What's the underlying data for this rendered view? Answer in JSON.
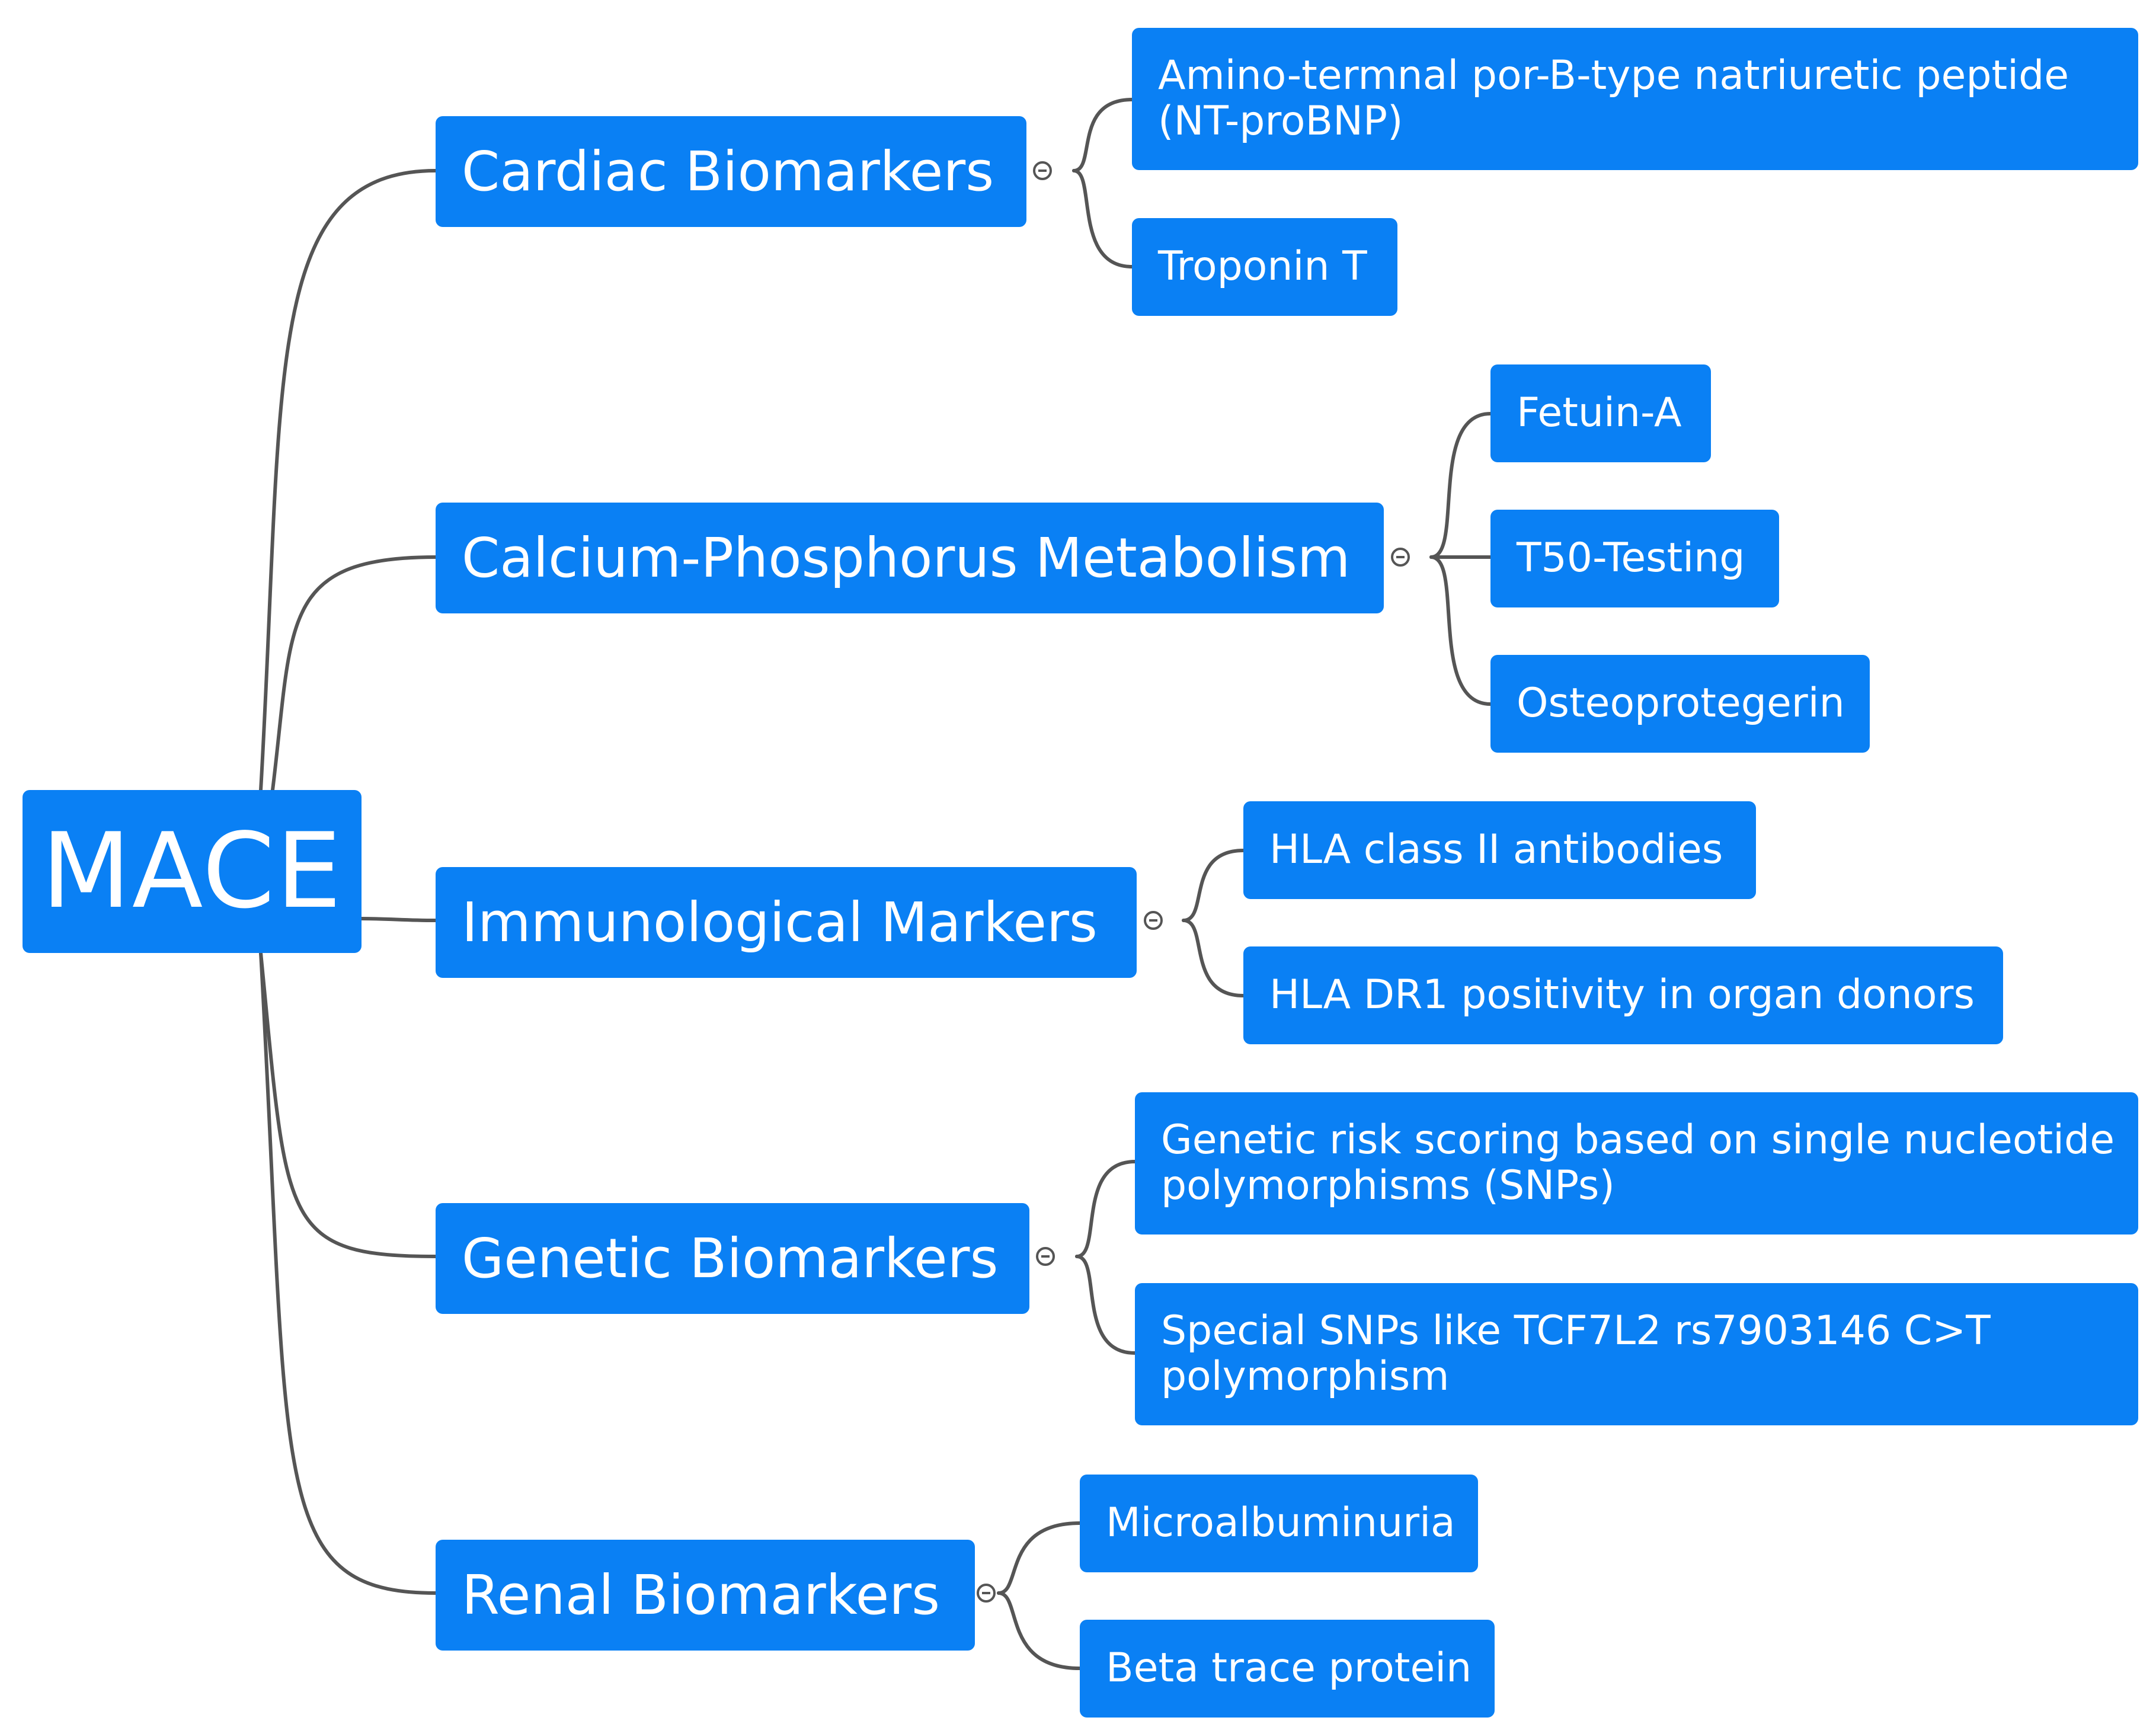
{
  "root": {
    "label": "MACE"
  },
  "branches": [
    {
      "label": "Cardiac Biomarkers",
      "children": [
        "Amino-termnal por-B-type natriuretic peptide\n(NT-proBNP)",
        "Troponin T"
      ]
    },
    {
      "label": "Calcium-Phosphorus Metabolism",
      "children": [
        "Fetuin-A",
        "T50-Testing",
        "Osteoprotegerin"
      ]
    },
    {
      "label": "Immunological Markers",
      "children": [
        "HLA class II antibodies",
        "HLA DR1 positivity in organ donors"
      ]
    },
    {
      "label": "Genetic Biomarkers",
      "children": [
        "Genetic risk scoring based on single nucleotide\npolymorphisms (SNPs)",
        "Special SNPs like TCF7L2 rs7903146 C>T\npolymorphism"
      ]
    },
    {
      "label": "Renal Biomarkers",
      "children": [
        "Microalbuminuria",
        "Beta trace protein"
      ]
    }
  ],
  "colors": {
    "node_fill": "#0a80f4",
    "node_text": "#ffffff",
    "connector": "#555555"
  }
}
